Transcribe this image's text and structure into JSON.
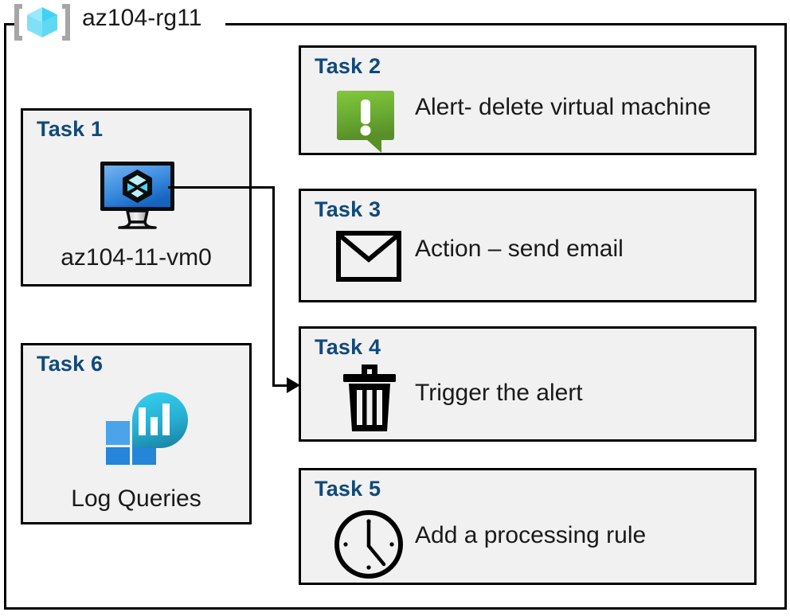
{
  "resource_group": {
    "name": "az104-rg11",
    "icon": "azure-resource-group-icon"
  },
  "tasks": [
    {
      "id": "task1",
      "title": "Task 1",
      "label": "az104-11-vm0",
      "icon": "virtual-machine-icon",
      "layout": "left-column"
    },
    {
      "id": "task2",
      "title": "Task 2",
      "label": "Alert- delete virtual machine",
      "icon": "alert-exclamation-icon",
      "layout": "right-column"
    },
    {
      "id": "task3",
      "title": "Task 3",
      "label": "Action – send email",
      "icon": "email-envelope-icon",
      "layout": "right-column"
    },
    {
      "id": "task4",
      "title": "Task 4",
      "label": "Trigger the alert",
      "icon": "trash-delete-icon",
      "layout": "right-column"
    },
    {
      "id": "task5",
      "title": "Task 5",
      "label": "Add a processing rule",
      "icon": "clock-icon",
      "layout": "right-column"
    },
    {
      "id": "task6",
      "title": "Task 6",
      "label": "Log Queries",
      "icon": "log-analytics-icon",
      "layout": "left-column"
    }
  ],
  "connector": {
    "from": "task1-virtual-machine-icon",
    "to": "task4",
    "arrow": "arrowhead-right"
  },
  "colors": {
    "card_background": "#f1f1f1",
    "card_border": "#000000",
    "title_blue": "#11497a",
    "body_text": "#1a1a1a",
    "alert_green_light": "#7dc242",
    "alert_green_dark": "#5a8b27",
    "vm_blue_light": "#5ba4e5",
    "vm_blue_dark": "#1565c0",
    "log_cyan": "#32c5e8",
    "log_teal": "#1a8fb0",
    "log_blue_light": "#4ba3ea",
    "log_blue_dark": "#2585d8",
    "rg_cube_light": "#9ae8fb",
    "rg_cube_mid": "#3fd2f2",
    "rg_cube_dark": "#66d9f0",
    "rg_bracket": "#a6a6a6",
    "page_background": "#ffffff"
  }
}
